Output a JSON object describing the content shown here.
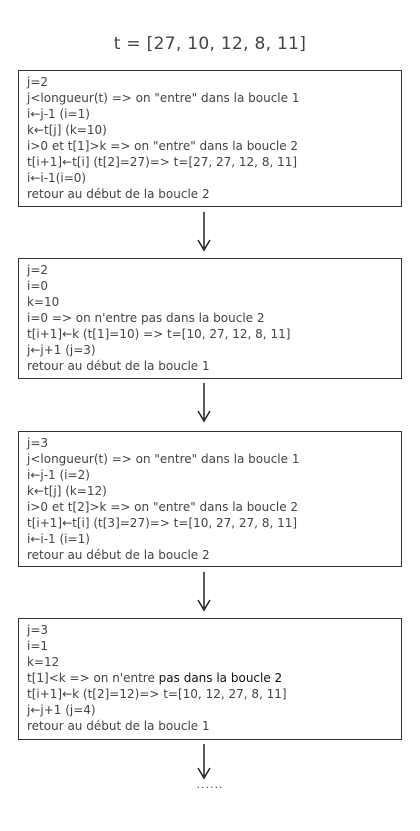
{
  "title": "t = [27, 10, 12, 8, 11]",
  "boxes": [
    {
      "lines": [
        "j=2",
        "j<longueur(t) => on \"entre\" dans la boucle 1",
        "i←j-1 (i=1)",
        "k←t[j] (k=10)",
        "i>0 et t[1]>k => on \"entre\" dans la boucle 2",
        "t[i+1]←t[i] (t[2]=27)=> t=[27, 27, 12, 8, 11]",
        "i←i-1(i=0)",
        "retour au début de la boucle 2"
      ]
    },
    {
      "lines": [
        "j=2",
        "i=0",
        "k=10",
        "i=0 => on n'entre pas dans la boucle 2",
        "t[i+1]←k (t[1]=10) => t=[10, 27, 12, 8, 11]",
        "j←j+1 (j=3)",
        "retour au début de la boucle 1"
      ]
    },
    {
      "lines": [
        "j=3",
        "j<longueur(t) => on \"entre\" dans la boucle 1",
        "i←j-1 (i=2)",
        "k←t[j] (k=12)",
        "i>0 et t[2]>k => on \"entre\" dans la boucle 2",
        "t[i+1]←t[i] (t[3]=27)=> t=[10, 27, 27, 8, 11]",
        "i←i-1 (i=1)",
        "retour au début de la boucle 2"
      ]
    },
    {
      "lines": [
        "j=3",
        "i=1",
        "k=12",
        "t[1]<k => on n'entre ",
        "t[i+1]←k (t[2]=12)=> t=[10, 12, 27, 8, 11]",
        "j←j+1 (j=4)",
        "retour au début de la boucle 1"
      ],
      "line4_rest": "pas dans la boucle 2"
    }
  ],
  "ellipsis": "......"
}
